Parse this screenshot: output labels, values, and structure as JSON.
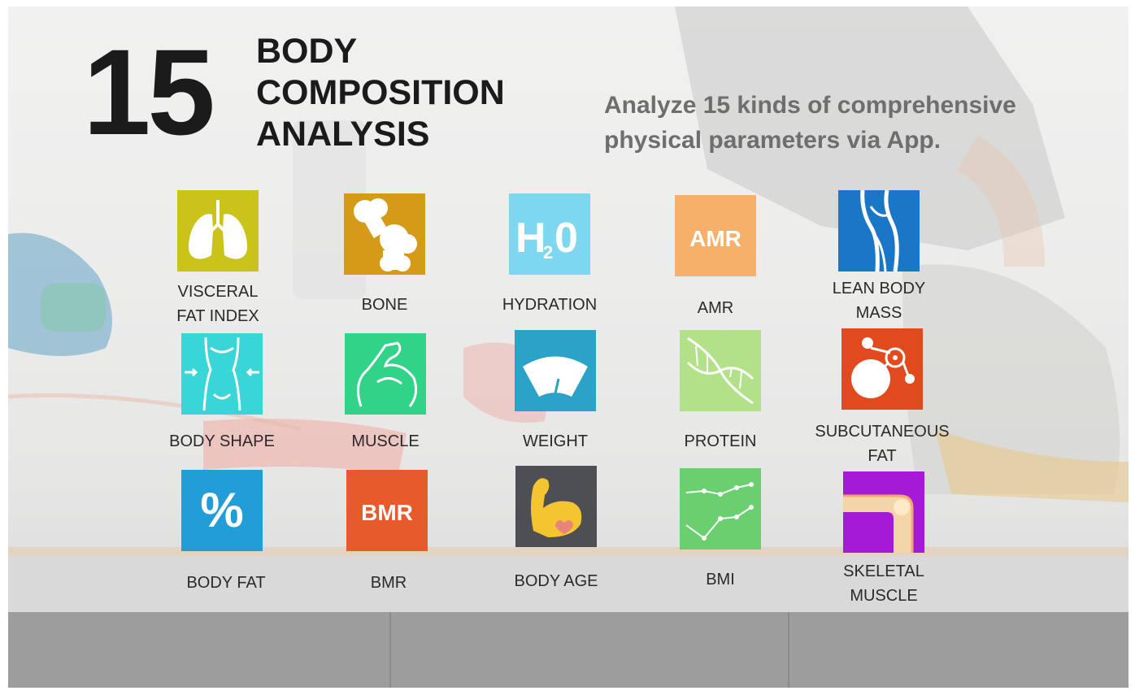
{
  "title": {
    "number": "15",
    "line1": "BODY",
    "line2": "COMPOSITION",
    "line3": "ANALYSIS"
  },
  "subtitle": {
    "line1": "Analyze 15 kinds of comprehensive",
    "line2": "physical parameters via App."
  },
  "icons": [
    {
      "label": [
        "VISCERAL",
        "FAT INDEX"
      ],
      "color": "#c9c31a",
      "icon": "lungs-icon"
    },
    {
      "label": [
        "BONE"
      ],
      "color": "#d49a18",
      "icon": "bone-icon"
    },
    {
      "label": [
        "HYDRATION"
      ],
      "color": "#7dd7ee",
      "icon": "h2o-icon",
      "text": "H",
      "sub": "2",
      "text2": "0"
    },
    {
      "label": [
        "AMR"
      ],
      "color": "#f7b06a",
      "icon": "amr-icon",
      "text": "AMR"
    },
    {
      "label": [
        "LEAN BODY",
        "MASS"
      ],
      "color": "#1a76c6",
      "icon": "leg-icon"
    },
    {
      "label": [
        "BODY SHAPE"
      ],
      "color": "#38d6d6",
      "icon": "body-shape-icon"
    },
    {
      "label": [
        "MUSCLE"
      ],
      "color": "#30d388",
      "icon": "muscle-arm-icon"
    },
    {
      "label": [
        "WEIGHT"
      ],
      "color": "#2ba3c9",
      "icon": "scale-gauge-icon"
    },
    {
      "label": [
        "PROTEIN"
      ],
      "color": "#b2e18a",
      "icon": "dna-icon"
    },
    {
      "label": [
        "SUBCUTANEOUS",
        "FAT"
      ],
      "color": "#e04a1c",
      "icon": "fat-cells-icon"
    },
    {
      "label": [
        "BODY FAT"
      ],
      "color": "#239dd8",
      "icon": "percent-icon",
      "text": "%"
    },
    {
      "label": [
        "BMR"
      ],
      "color": "#e65a2c",
      "icon": "bmr-icon",
      "text": "BMR"
    },
    {
      "label": [
        "BODY AGE"
      ],
      "color": "#4d4f55",
      "icon": "flexed-arm-heart-icon"
    },
    {
      "label": [
        "BMI"
      ],
      "color": "#6acf6f",
      "icon": "line-graph-icon"
    },
    {
      "label": [
        "SKELETAL",
        "MUSCLE"
      ],
      "color": "#a51ad6",
      "icon": "knee-joint-icon"
    }
  ]
}
